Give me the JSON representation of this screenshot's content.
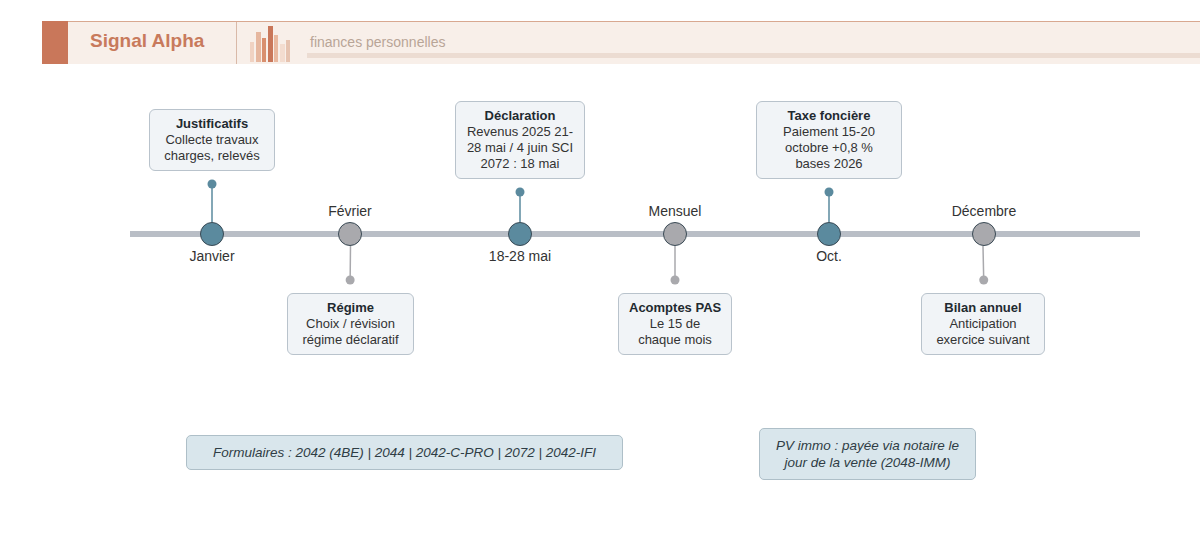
{
  "diagram": {
    "title": "Signal Alpha",
    "nodes": [
      {
        "text": [
          "Justificatifs",
          "Collecte travaux charges, relevés"
        ]
      },
      {
        "text": [
          "Janvier"
        ]
      },
      {
        "text": [
          "Février"
        ]
      },
      {
        "text": [
          "Régime",
          "Choix / révision régime déclaratif"
        ]
      },
      {
        "text": [
          "Déclaration",
          "Revenus 2025 21-28 mai / 4 juin SCI 2072 : 18 mai"
        ]
      },
      {
        "text": [
          "18-28 mai"
        ]
      },
      {
        "text": [
          "Mensuel"
        ]
      },
      {
        "text": [
          "Acomptes PAS",
          "Le 15 de chaque mois"
        ]
      },
      {
        "text": [
          "Taxe foncière",
          "Paiement 15-20 octobre +0,8 % bases 2026"
        ]
      },
      {
        "text": [
          "Oct."
        ]
      },
      {
        "text": [
          "Décembre"
        ]
      },
      {
        "text": [
          "Bilan annuel",
          "Anticipation exercice suivant"
        ]
      },
      {
        "text": [
          "Formulaires : 2042 (4BE) | 2044 | 2042-C-PRO | 2072 | 2042-IFI"
        ]
      },
      {
        "text": [
          "PV immo : payée via notaire le jour de la vente (2048-IMM)"
        ]
      }
    ],
    "edges": [
      {
        "from": 0,
        "to": 1,
        "arrow": "none"
      },
      {
        "from": 3,
        "to": 2,
        "arrow": "none"
      },
      {
        "from": 4,
        "to": 5,
        "arrow": "none"
      },
      {
        "from": 7,
        "to": 6,
        "arrow": "none"
      },
      {
        "from": 8,
        "to": 9,
        "arrow": "none"
      },
      {
        "from": 11,
        "to": 10,
        "arrow": "none"
      }
    ],
    "labels": [
      "finances personnelles"
    ]
  }
}
